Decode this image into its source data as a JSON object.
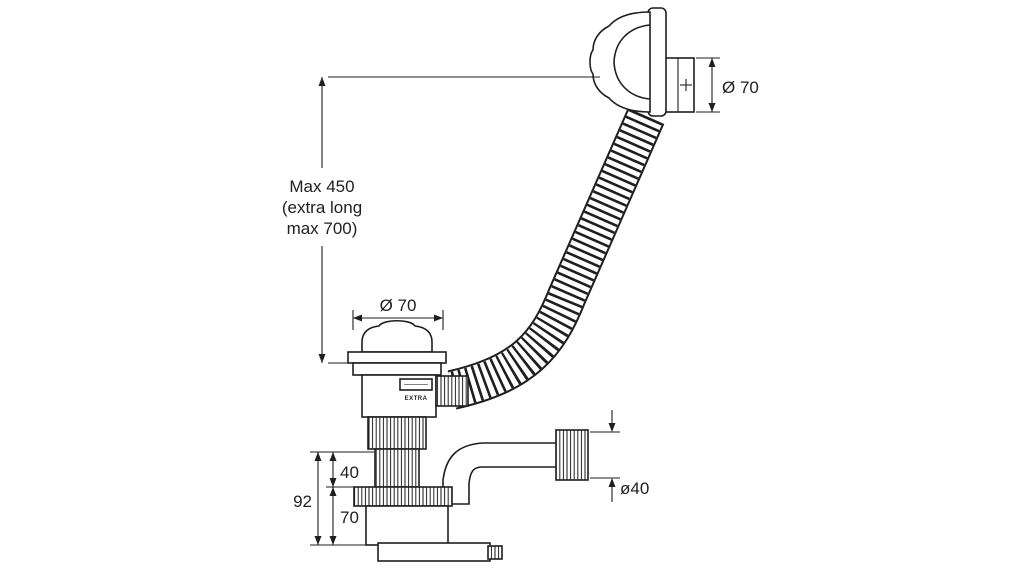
{
  "diagram": {
    "colors": {
      "line": "#1f1f1f",
      "background": "#ffffff"
    },
    "labels": {
      "overflow_diameter": "Ø 70",
      "max_height_line1": "Max 450",
      "max_height_line2": "(extra long",
      "max_height_line3": "max 700)",
      "drain_diameter": "Ø 70",
      "dim_40": "40",
      "dim_92": "92",
      "dim_70": "70",
      "outlet_diameter": "ø40",
      "body_logo": "EXTRA"
    }
  }
}
